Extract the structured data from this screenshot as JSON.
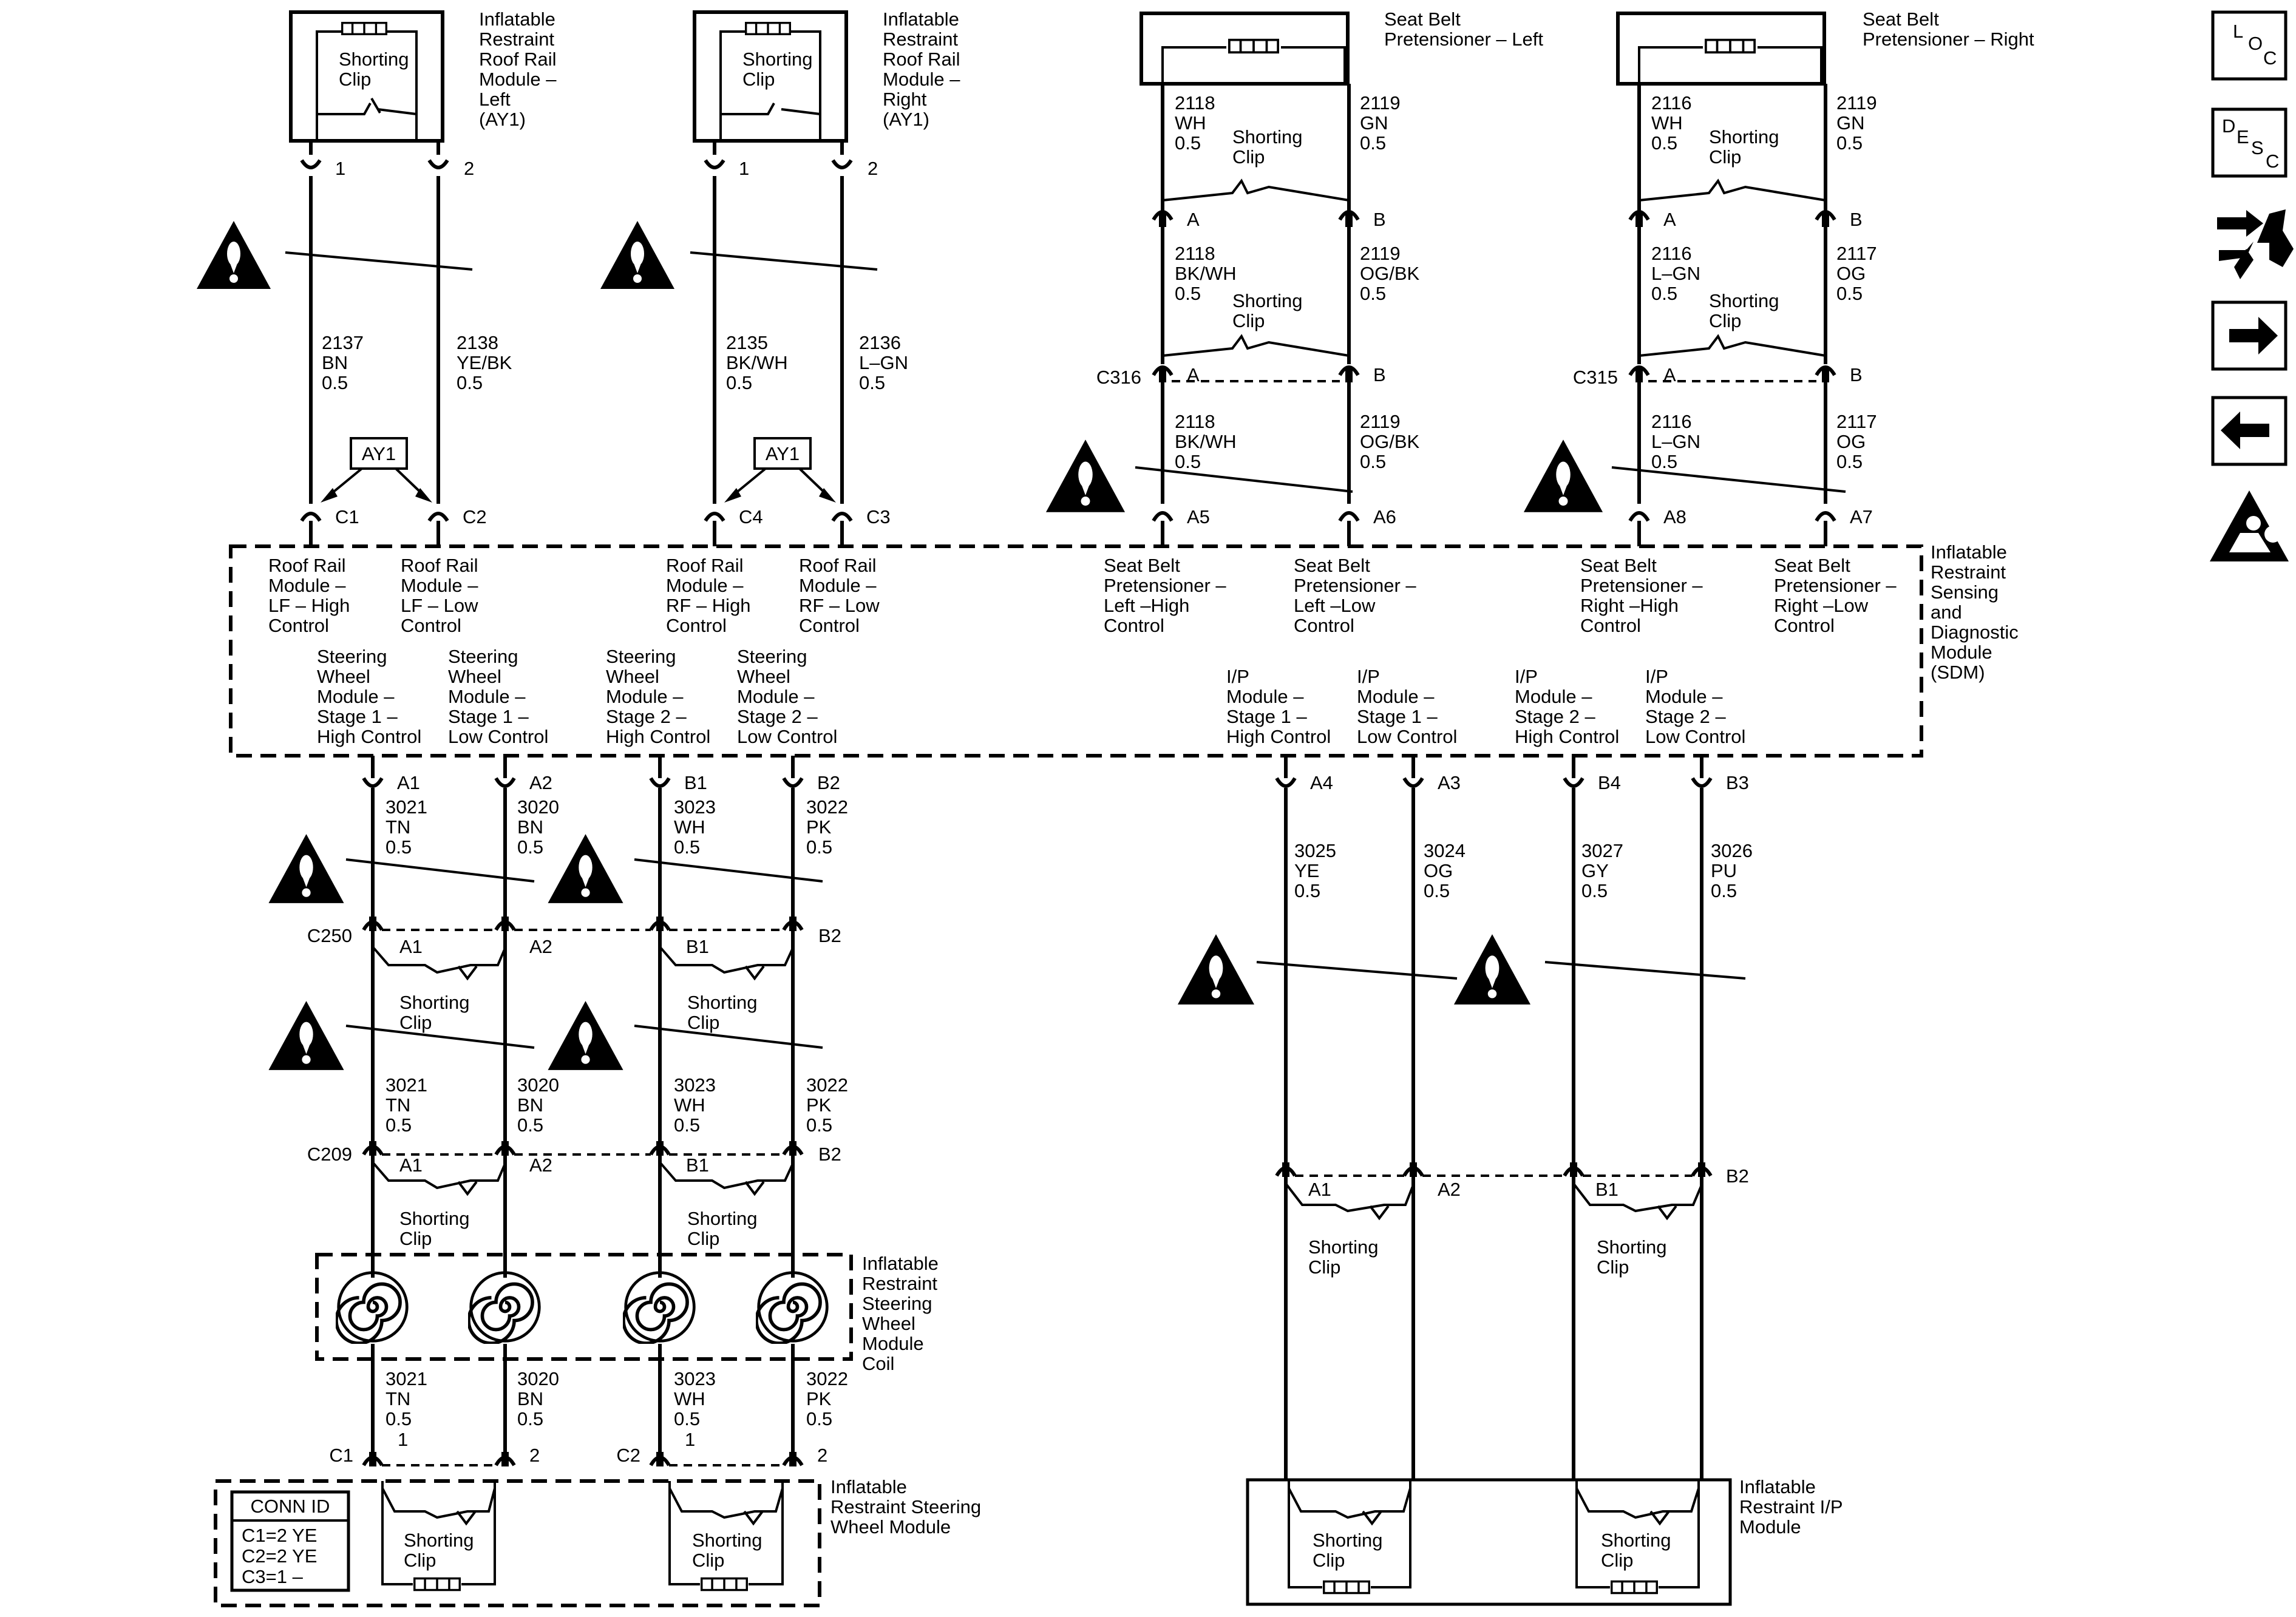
{
  "connectors": [
    "C316",
    "C315",
    "C250",
    "C209",
    "C1",
    "C2"
  ],
  "components": {
    "roof_left": {
      "name": [
        "Inflatable",
        "Restraint",
        "Roof Rail",
        "Module –",
        "Left",
        "(AY1)"
      ],
      "clip": [
        "Shorting",
        "Clip"
      ],
      "pins": [
        "1",
        "2"
      ]
    },
    "roof_right": {
      "name": [
        "Inflatable",
        "Restraint",
        "Roof Rail",
        "Module –",
        "Right",
        "(AY1)"
      ],
      "clip": [
        "Shorting",
        "Clip"
      ],
      "pins": [
        "1",
        "2"
      ]
    },
    "pret_left": {
      "name": [
        "Seat Belt",
        "Pretensioner – Left"
      ]
    },
    "pret_right": {
      "name": [
        "Seat Belt",
        "Pretensioner – Right"
      ]
    },
    "sdm": {
      "name": [
        "Inflatable",
        "Restraint",
        "Sensing",
        "and",
        "Diagnostic",
        "Module",
        "(SDM)"
      ]
    },
    "sw_coil": {
      "name": [
        "Inflatable",
        "Restraint",
        "Steering",
        "Wheel",
        "Module",
        "Coil"
      ]
    },
    "sw_module": {
      "name": [
        "Inflatable",
        "Restraint Steering",
        "Wheel Module"
      ]
    },
    "ip_module": {
      "name": [
        "Inflatable",
        "Restraint I/P",
        "Module"
      ]
    }
  },
  "sdm_functions_top": [
    [
      "Roof Rail",
      "Module –",
      "LF – High",
      "Control"
    ],
    [
      "Roof Rail",
      "Module –",
      "LF – Low",
      "Control"
    ],
    [
      "Roof Rail",
      "Module –",
      "RF – High",
      "Control"
    ],
    [
      "Roof Rail",
      "Module –",
      "RF – Low",
      "Control"
    ],
    [
      "Seat Belt",
      "Pretensioner –",
      "Left –High",
      "Control"
    ],
    [
      "Seat Belt",
      "Pretensioner –",
      "Left –Low",
      "Control"
    ],
    [
      "Seat Belt",
      "Pretensioner –",
      "Right –High",
      "Control"
    ],
    [
      "Seat Belt",
      "Pretensioner –",
      "Right –Low",
      "Control"
    ]
  ],
  "sdm_functions_bottom": [
    [
      "Steering",
      "Wheel",
      "Module –",
      "Stage 1 –",
      "High Control"
    ],
    [
      "Steering",
      "Wheel",
      "Module –",
      "Stage 1 –",
      "Low Control"
    ],
    [
      "Steering",
      "Wheel",
      "Module –",
      "Stage 2 –",
      "High Control"
    ],
    [
      "Steering",
      "Wheel",
      "Module –",
      "Stage 2 –",
      "Low Control"
    ],
    [
      "I/P",
      "Module –",
      "Stage 1 –",
      "High Control"
    ],
    [
      "I/P",
      "Module –",
      "Stage 1 –",
      "Low Control"
    ],
    [
      "I/P",
      "Module –",
      "Stage 2 –",
      "High Control"
    ],
    [
      "I/P",
      "Module –",
      "Stage 2 –",
      "Low Control"
    ]
  ],
  "sdm_pins_top": [
    "C1",
    "C2",
    "C4",
    "C3",
    "A5",
    "A6",
    "A8",
    "A7"
  ],
  "sdm_pins_bottom": [
    "A1",
    "A2",
    "B1",
    "B2",
    "A4",
    "A3",
    "B4",
    "B3"
  ],
  "option_tag": "AY1",
  "wires": {
    "roof_l1": [
      "2137",
      "BN",
      "0.5"
    ],
    "roof_l2": [
      "2138",
      "YE/BK",
      "0.5"
    ],
    "roof_r1": [
      "2135",
      "BK/WH",
      "0.5"
    ],
    "roof_r2": [
      "2136",
      "L–GN",
      "0.5"
    ],
    "pl_top_a": [
      "2118",
      "WH",
      "0.5"
    ],
    "pl_top_b": [
      "2119",
      "GN",
      "0.5"
    ],
    "pl_mid_a": [
      "2118",
      "BK/WH",
      "0.5"
    ],
    "pl_mid_b": [
      "2119",
      "OG/BK",
      "0.5"
    ],
    "pl_bot_a": [
      "2118",
      "BK/WH",
      "0.5"
    ],
    "pl_bot_b": [
      "2119",
      "OG/BK",
      "0.5"
    ],
    "pr_top_a": [
      "2116",
      "WH",
      "0.5"
    ],
    "pr_top_b": [
      "2119",
      "GN",
      "0.5"
    ],
    "pr_mid_a": [
      "2116",
      "L–GN",
      "0.5"
    ],
    "pr_mid_b": [
      "2117",
      "OG",
      "0.5"
    ],
    "pr_bot_a": [
      "2116",
      "L–GN",
      "0.5"
    ],
    "pr_bot_b": [
      "2117",
      "OG",
      "0.5"
    ],
    "sw_a1": [
      "3021",
      "TN",
      "0.5"
    ],
    "sw_a2": [
      "3020",
      "BN",
      "0.5"
    ],
    "sw_b1": [
      "3023",
      "WH",
      "0.5"
    ],
    "sw_b2": [
      "3022",
      "PK",
      "0.5"
    ],
    "ip_a4": [
      "3025",
      "YE",
      "0.5"
    ],
    "ip_a3": [
      "3024",
      "OG",
      "0.5"
    ],
    "ip_b4": [
      "3027",
      "GY",
      "0.5"
    ],
    "ip_b3": [
      "3026",
      "PU",
      "0.5"
    ]
  },
  "clip_label": [
    "Shorting",
    "Clip"
  ],
  "pret_pins": [
    "A",
    "B"
  ],
  "inline_pins_a": [
    "A1",
    "A2"
  ],
  "inline_pins_b": [
    "B1",
    "B2"
  ],
  "sw_conn_pins": [
    "1",
    "2"
  ],
  "conn_id": {
    "title": "CONN ID",
    "rows": [
      "C1=2 YE",
      "C2=2 YE",
      "C3=1 –"
    ]
  },
  "sidebar": [
    {
      "icon": "loc-icon",
      "letters": [
        "L",
        "O",
        "C"
      ]
    },
    {
      "icon": "desc-icon",
      "letters": [
        "D",
        "E",
        "S",
        "C"
      ]
    },
    {
      "icon": "connector-tool-icon"
    },
    {
      "icon": "next-arrow-icon"
    },
    {
      "icon": "back-arrow-icon"
    },
    {
      "icon": "airbag-warning-icon"
    }
  ]
}
